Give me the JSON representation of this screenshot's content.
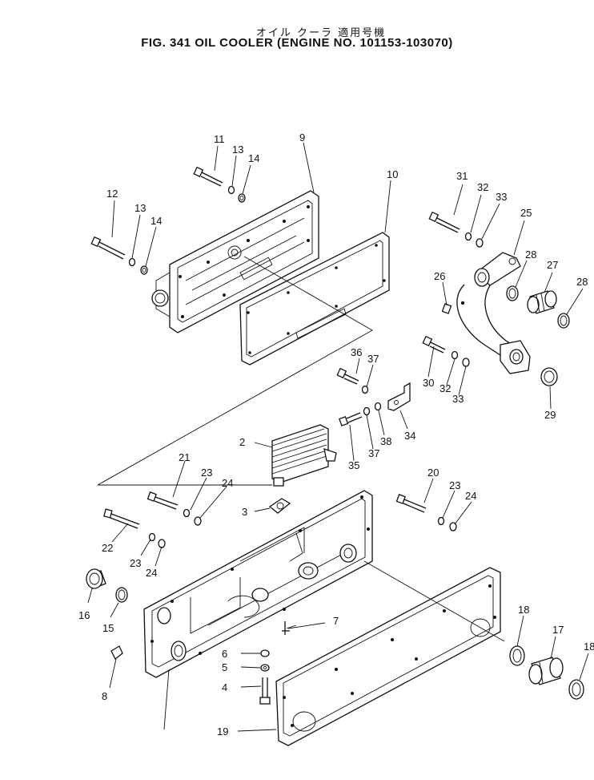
{
  "figure": {
    "title_jp": "オイル クーラ 適用号機",
    "title_en": "FIG. 341  OIL  COOLER (ENGINE NO. 101153-103070)"
  },
  "callouts": {
    "c1": "11",
    "c2": "13",
    "c3": "14",
    "c4": "9",
    "c5": "10",
    "c6": "12",
    "c7": "13",
    "c8": "14",
    "c9": "31",
    "c10": "32",
    "c11": "33",
    "c12": "25",
    "c13": "28",
    "c14": "27",
    "c15": "28",
    "c16": "26",
    "c17": "30",
    "c18": "32",
    "c19": "33",
    "c20": "29",
    "c21": "36",
    "c22": "37",
    "c23": "34",
    "c24": "35",
    "c25": "37",
    "c26": "38",
    "c27": "2",
    "c28": "3",
    "c29": "21",
    "c30": "23",
    "c31": "24",
    "c32": "22",
    "c33": "23",
    "c34": "24",
    "c35": "20",
    "c36": "23",
    "c37": "24",
    "c38": "16",
    "c39": "15",
    "c40": "7",
    "c41": "6",
    "c42": "5",
    "c43": "4",
    "c44": "8",
    "c45": "18",
    "c46": "17",
    "c47": "18",
    "c48": "19"
  },
  "colors": {
    "ink": "#111111",
    "paper": "#ffffff"
  }
}
